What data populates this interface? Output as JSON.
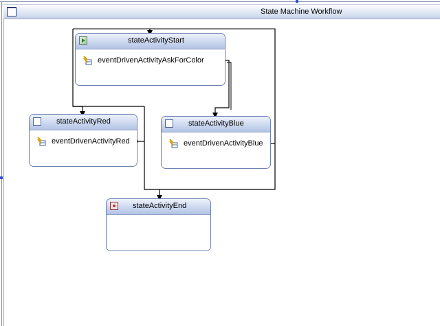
{
  "workflow": {
    "title": "State Machine Workflow"
  },
  "states": {
    "start": {
      "title": "stateActivityStart",
      "event": "eventDrivenActivityAskForColor",
      "icon": "start-state-icon"
    },
    "red": {
      "title": "stateActivityRed",
      "event": "eventDrivenActivityRed",
      "icon": "state-icon"
    },
    "blue": {
      "title": "stateActivityBlue",
      "event": "eventDrivenActivityBlue",
      "icon": "state-icon"
    },
    "end": {
      "title": "stateActivityEnd",
      "icon": "completed-state-icon"
    }
  },
  "colors": {
    "header_gradient_end": "#c9d4ea",
    "state_border": "#6e82b3",
    "connector": "#000000",
    "selection_handle": "#2a46d6"
  }
}
